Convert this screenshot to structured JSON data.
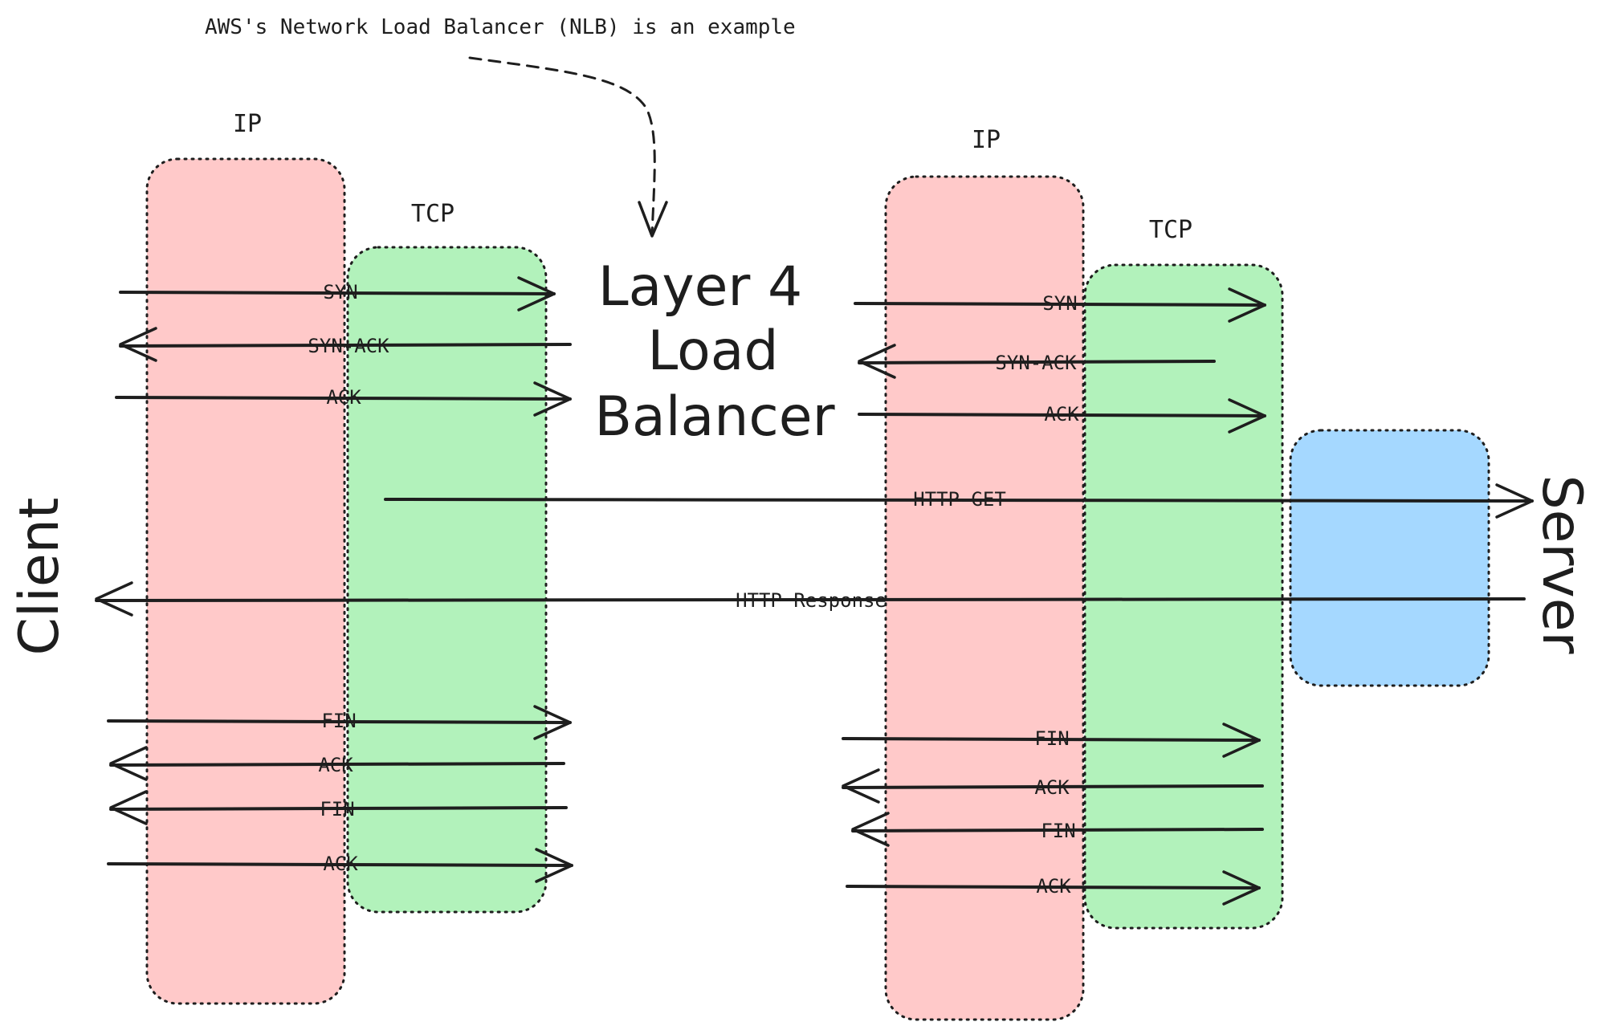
{
  "note": {
    "text": "AWS's Network Load Balancer (NLB) is an example"
  },
  "load_balancer": {
    "title_line1": "Layer 4",
    "title_line2": "Load",
    "title_line3": "Balancer"
  },
  "actors": {
    "client": "Client",
    "server": "Server"
  },
  "left_stack": {
    "ip_label": "IP",
    "tcp_label": "TCP"
  },
  "right_stack": {
    "ip_label": "IP",
    "tcp_label": "TCP"
  },
  "colors": {
    "ip": "#ffc9c9",
    "tcp": "#b2f2bb",
    "server": "#a5d8ff"
  },
  "client_messages": [
    {
      "label": "SYN",
      "direction": "right"
    },
    {
      "label": "SYN-ACK",
      "direction": "left"
    },
    {
      "label": "ACK",
      "direction": "right"
    },
    {
      "label": "FIN",
      "direction": "right"
    },
    {
      "label": "ACK",
      "direction": "left"
    },
    {
      "label": "FIN",
      "direction": "left"
    },
    {
      "label": "ACK",
      "direction": "right"
    }
  ],
  "server_messages": [
    {
      "label": "SYN",
      "direction": "right"
    },
    {
      "label": "SYN-ACK",
      "direction": "left"
    },
    {
      "label": "ACK",
      "direction": "right"
    },
    {
      "label": "FIN",
      "direction": "right"
    },
    {
      "label": "ACK",
      "direction": "left"
    },
    {
      "label": "FIN",
      "direction": "left"
    },
    {
      "label": "ACK",
      "direction": "right"
    }
  ],
  "http_messages": [
    {
      "label": "HTTP GET",
      "direction": "right"
    },
    {
      "label": "HTTP Response",
      "direction": "left"
    }
  ]
}
